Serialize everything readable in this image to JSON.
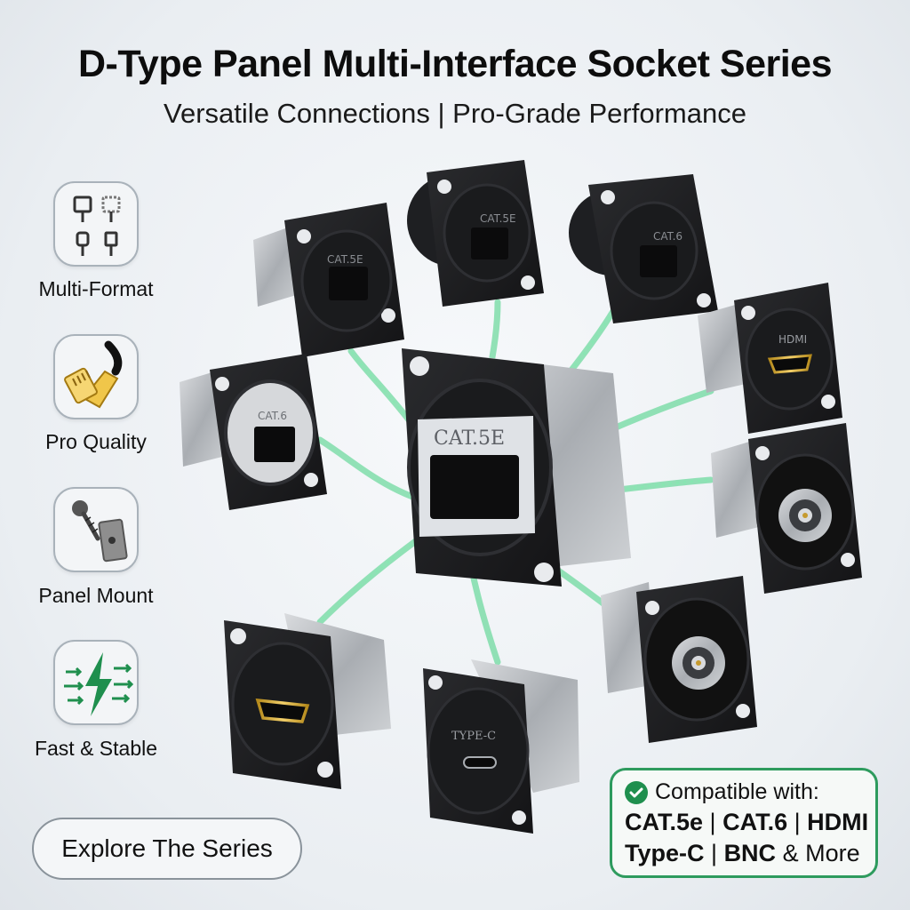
{
  "header": {
    "title": "D-Type Panel Multi-Interface Socket Series",
    "subtitle": "Versatile Connections | Pro-Grade Performance"
  },
  "features": [
    {
      "label": "Multi-Format",
      "icon": "connector-types-icon"
    },
    {
      "label": "Pro Quality",
      "icon": "gold-rj45-plug-icon"
    },
    {
      "label": "Panel Mount",
      "icon": "screw-and-plate-icon"
    },
    {
      "label": "Fast & Stable",
      "icon": "lightning-arrows-icon"
    }
  ],
  "explore_button": {
    "label": "Explore The Series"
  },
  "compatibility": {
    "heading": "Compatible with:",
    "line1": {
      "a": "CAT.5e",
      "sep1": "|",
      "b": "CAT.6",
      "sep2": "|",
      "c": "HDMI"
    },
    "line2": {
      "a": "Type-C",
      "sep1": "|",
      "b": "BNC",
      "tail": "& More"
    }
  },
  "connectors": [
    {
      "label": "CAT.5E",
      "kind": "rj45"
    },
    {
      "label": "CAT.5E",
      "kind": "rj45"
    },
    {
      "label": "CAT.6",
      "kind": "rj45"
    },
    {
      "label": "HDMI",
      "kind": "hdmi"
    },
    {
      "label": "CAT.6",
      "kind": "rj45"
    },
    {
      "label": "CAT.5E",
      "kind": "rj45"
    },
    {
      "label": "",
      "kind": "bnc"
    },
    {
      "label": "",
      "kind": "hdmi"
    },
    {
      "label": "TYPE-C",
      "kind": "usbc"
    },
    {
      "label": "",
      "kind": "bnc"
    }
  ],
  "colors": {
    "accent": "#2e9b5e",
    "cable_glow": "#3fcf7f",
    "socket_body": "#1c1d1f",
    "metal": "#b9bcc0"
  }
}
